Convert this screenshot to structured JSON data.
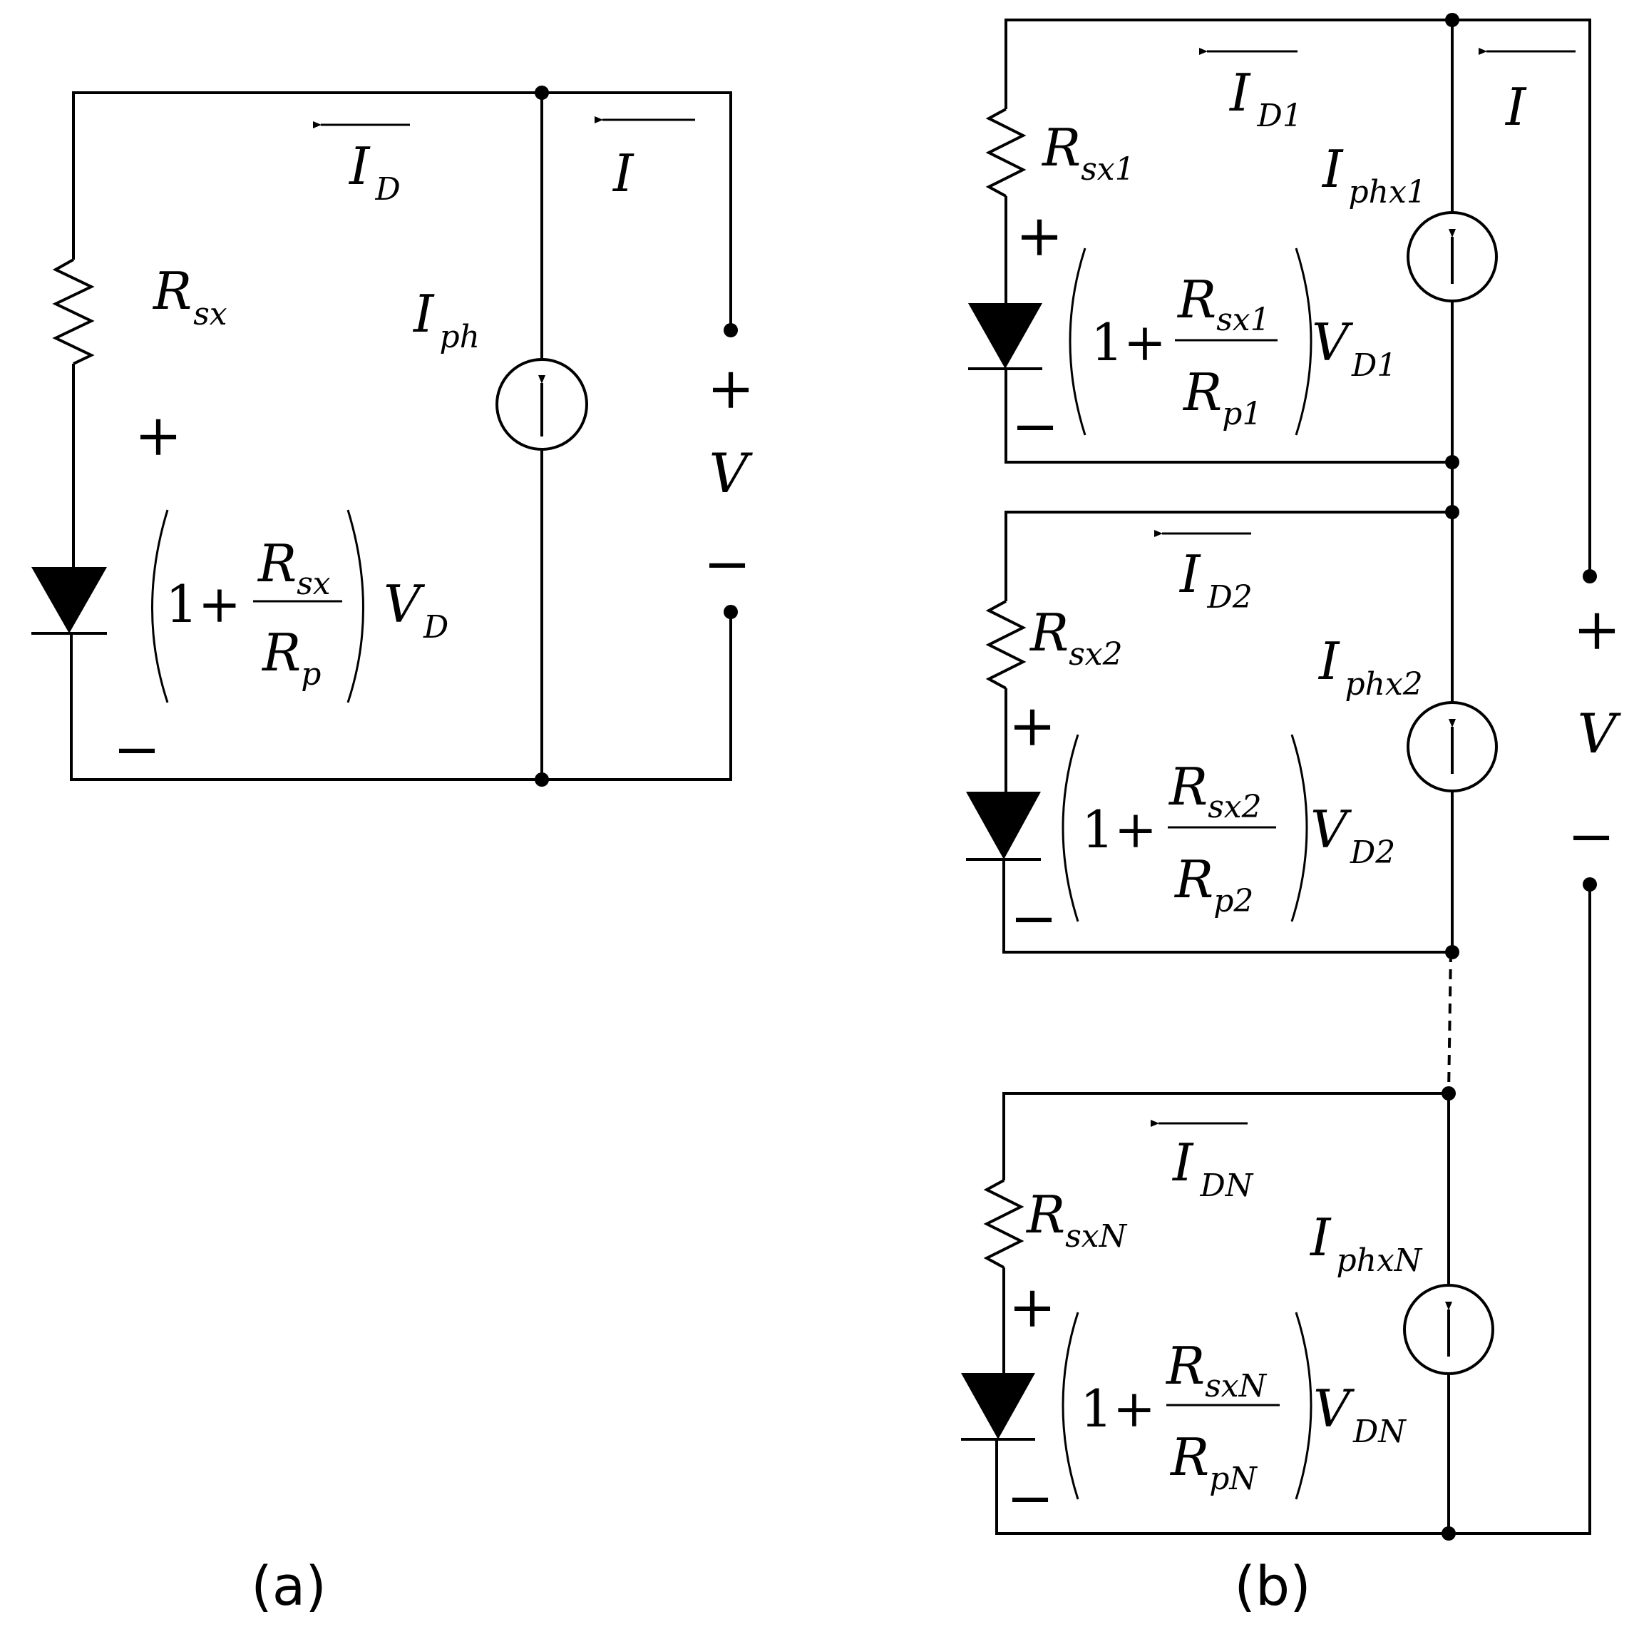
{
  "panel_a": {
    "caption": "(a)",
    "current_diode": {
      "main": "I",
      "sub": "D"
    },
    "current_total": "I",
    "resistor": {
      "main": "R",
      "sub": "sx"
    },
    "photo_source": {
      "main": "I",
      "sub": "ph"
    },
    "voltage": {
      "plus": "+",
      "main": "V",
      "minus": "−"
    },
    "diode_plus": "+",
    "diode_minus": "−",
    "factor": {
      "one_plus": "1+",
      "num": {
        "main": "R",
        "sub": "sx"
      },
      "den": {
        "main": "R",
        "sub": "p"
      },
      "vd": {
        "main": "V",
        "sub": "D"
      }
    }
  },
  "panel_b": {
    "caption": "(b)",
    "current_total": "I",
    "voltage": {
      "plus": "+",
      "main": "V",
      "minus": "−"
    },
    "cells": [
      {
        "current": {
          "main": "I",
          "sub": "D1"
        },
        "resistor": {
          "main": "R",
          "sub": "sx1"
        },
        "photo": {
          "main": "I",
          "sub": "phx1"
        },
        "plus": "+",
        "minus": "−",
        "one_plus": "1+",
        "num": {
          "main": "R",
          "sub": "sx1"
        },
        "den": {
          "main": "R",
          "sub": "p1"
        },
        "vd": {
          "main": "V",
          "sub": "D1"
        }
      },
      {
        "current": {
          "main": "I",
          "sub": "D2"
        },
        "resistor": {
          "main": "R",
          "sub": "sx2"
        },
        "photo": {
          "main": "I",
          "sub": "phx2"
        },
        "plus": "+",
        "minus": "−",
        "one_plus": "1+",
        "num": {
          "main": "R",
          "sub": "sx2"
        },
        "den": {
          "main": "R",
          "sub": "p2"
        },
        "vd": {
          "main": "V",
          "sub": "D2"
        }
      },
      {
        "current": {
          "main": "I",
          "sub": "DN"
        },
        "resistor": {
          "main": "R",
          "sub": "sxN"
        },
        "photo": {
          "main": "I",
          "sub": "phxN"
        },
        "plus": "+",
        "minus": "−",
        "one_plus": "1+",
        "num": {
          "main": "R",
          "sub": "sxN"
        },
        "den": {
          "main": "R",
          "sub": "pN"
        },
        "vd": {
          "main": "V",
          "sub": "DN"
        }
      }
    ]
  }
}
